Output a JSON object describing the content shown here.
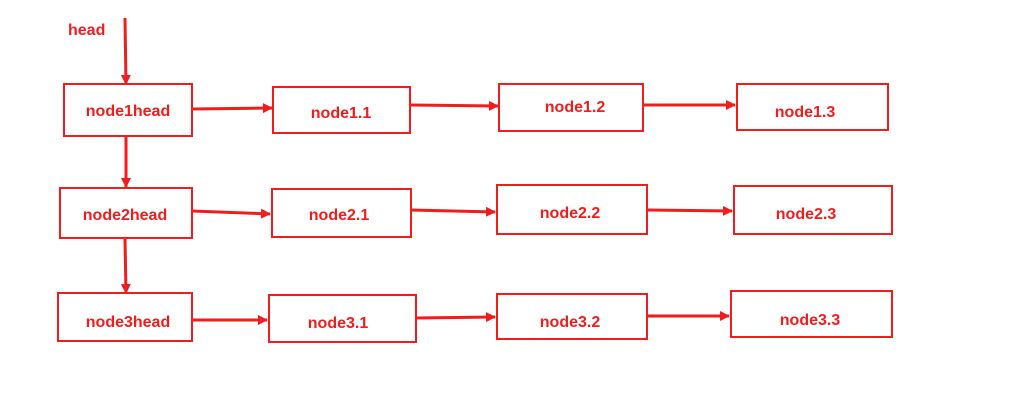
{
  "colors": {
    "accent": "#f21c1c"
  },
  "head": {
    "label": "head"
  },
  "rows": [
    {
      "head_label": "node1head",
      "nodes": [
        "node1.1",
        "node1.2",
        "node1.3"
      ]
    },
    {
      "head_label": "node2head",
      "nodes": [
        "node2.1",
        "node2.2",
        "node2.3"
      ]
    },
    {
      "head_label": "node3head",
      "nodes": [
        "node3.1",
        "node3.2",
        "node3.3"
      ]
    }
  ]
}
